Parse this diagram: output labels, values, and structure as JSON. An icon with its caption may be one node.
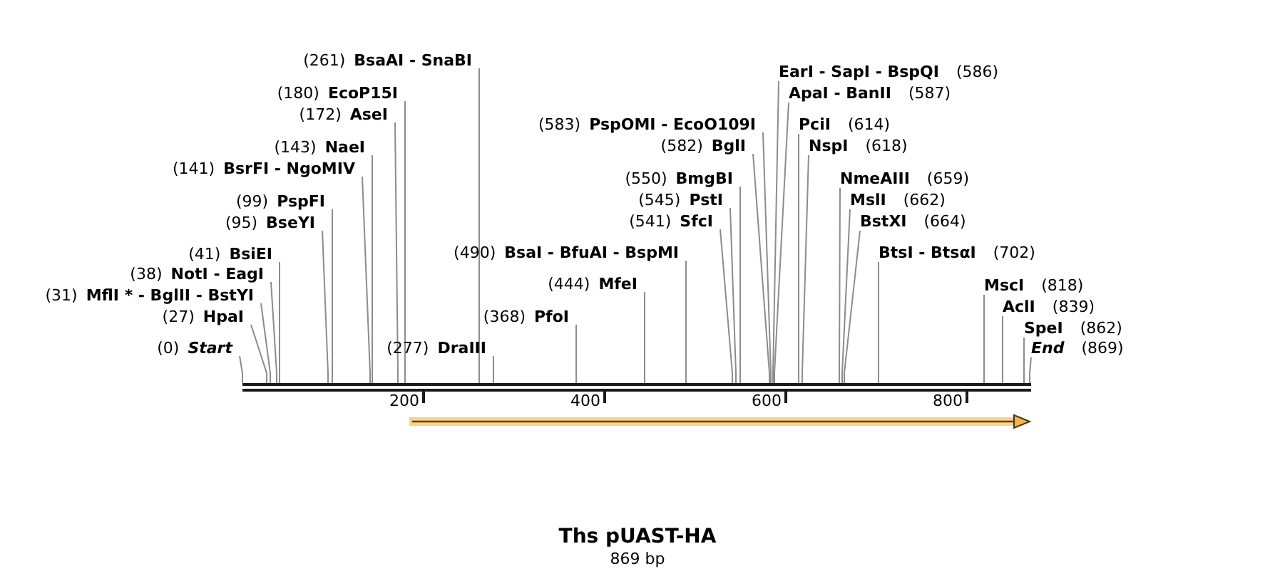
{
  "diagram": {
    "title": "Ths pUAST-HA",
    "caption": "869 bp",
    "nodes": [
      {
        "text": [
          "(0)",
          "Start"
        ]
      },
      {
        "text": [
          "(27)",
          "HpaI"
        ]
      },
      {
        "text": [
          "(31)",
          "MflI * - BglII - BstYI"
        ]
      },
      {
        "text": [
          "(38)",
          "NotI - EagI"
        ]
      },
      {
        "text": [
          "(41)",
          "BsiEI"
        ]
      },
      {
        "text": [
          "(95)",
          "BseYI"
        ]
      },
      {
        "text": [
          "(99)",
          "PspFI"
        ]
      },
      {
        "text": [
          "(141)",
          "BsrFI - NgoMIV"
        ]
      },
      {
        "text": [
          "(143)",
          "NaeI"
        ]
      },
      {
        "text": [
          "(172)",
          "AseI"
        ]
      },
      {
        "text": [
          "(180)",
          "EcoP15I"
        ]
      },
      {
        "text": [
          "(261)",
          "BsaAI - SnaBI"
        ]
      },
      {
        "text": [
          "(277)",
          "DraIII"
        ]
      },
      {
        "text": [
          "(368)",
          "PfoI"
        ]
      },
      {
        "text": [
          "(444)",
          "MfeI"
        ]
      },
      {
        "text": [
          "(490)",
          "BsaI - BfuAI - BspMI"
        ]
      },
      {
        "text": [
          "(541)",
          "SfcI"
        ]
      },
      {
        "text": [
          "(545)",
          "PstI"
        ]
      },
      {
        "text": [
          "(550)",
          "BmgBI"
        ]
      },
      {
        "text": [
          "(582)",
          "BglI"
        ]
      },
      {
        "text": [
          "(583)",
          "PspOMI - EcoO109I"
        ]
      },
      {
        "text": [
          "EarI - SapI - BspQI",
          "(586)"
        ]
      },
      {
        "text": [
          "ApaI - BanII",
          "(587)"
        ]
      },
      {
        "text": [
          "PciI",
          "(614)"
        ]
      },
      {
        "text": [
          "NspI",
          "(618)"
        ]
      },
      {
        "text": [
          "NmeAIII",
          "(659)"
        ]
      },
      {
        "text": [
          "MslI",
          "(662)"
        ]
      },
      {
        "text": [
          "BstXI",
          "(664)"
        ]
      },
      {
        "text": [
          "BtsI - BtsαI",
          "(702)"
        ]
      },
      {
        "text": [
          "MscI",
          "(818)"
        ]
      },
      {
        "text": [
          "AclI",
          "(839)"
        ]
      },
      {
        "text": [
          "SpeI",
          "(862)"
        ]
      },
      {
        "text": [
          "End",
          "(869)"
        ]
      },
      {
        "text": [],
        "shape": "bar"
      }
    ],
    "edges": [
      {
        "from": 0,
        "to": 33,
        "arrow": "none"
      },
      {
        "from": 1,
        "to": 33,
        "arrow": "none"
      },
      {
        "from": 2,
        "to": 33,
        "arrow": "none"
      },
      {
        "from": 3,
        "to": 33,
        "arrow": "none"
      },
      {
        "from": 4,
        "to": 33,
        "arrow": "none"
      },
      {
        "from": 5,
        "to": 33,
        "arrow": "none"
      },
      {
        "from": 6,
        "to": 33,
        "arrow": "none"
      },
      {
        "from": 7,
        "to": 33,
        "arrow": "none"
      },
      {
        "from": 8,
        "to": 33,
        "arrow": "none"
      },
      {
        "from": 9,
        "to": 33,
        "arrow": "none"
      },
      {
        "from": 10,
        "to": 33,
        "arrow": "none"
      },
      {
        "from": 11,
        "to": 33,
        "arrow": "none"
      },
      {
        "from": 12,
        "to": 33,
        "arrow": "none"
      },
      {
        "from": 13,
        "to": 33,
        "arrow": "none"
      },
      {
        "from": 14,
        "to": 33,
        "arrow": "none"
      },
      {
        "from": 15,
        "to": 33,
        "arrow": "none"
      },
      {
        "from": 16,
        "to": 33,
        "arrow": "none"
      },
      {
        "from": 17,
        "to": 33,
        "arrow": "none"
      },
      {
        "from": 18,
        "to": 33,
        "arrow": "none"
      },
      {
        "from": 19,
        "to": 33,
        "arrow": "none"
      },
      {
        "from": 20,
        "to": 33,
        "arrow": "none"
      },
      {
        "from": 21,
        "to": 33,
        "arrow": "none"
      },
      {
        "from": 22,
        "to": 33,
        "arrow": "none"
      },
      {
        "from": 23,
        "to": 33,
        "arrow": "none"
      },
      {
        "from": 24,
        "to": 33,
        "arrow": "none"
      },
      {
        "from": 25,
        "to": 33,
        "arrow": "none"
      },
      {
        "from": 26,
        "to": 33,
        "arrow": "none"
      },
      {
        "from": 27,
        "to": 33,
        "arrow": "none"
      },
      {
        "from": 28,
        "to": 33,
        "arrow": "none"
      },
      {
        "from": 29,
        "to": 33,
        "arrow": "none"
      },
      {
        "from": 30,
        "to": 33,
        "arrow": "none"
      },
      {
        "from": 31,
        "to": 33,
        "arrow": "none"
      },
      {
        "from": 32,
        "to": 33,
        "arrow": "none"
      }
    ],
    "labels": [
      "200",
      "400",
      "600",
      "800"
    ]
  }
}
